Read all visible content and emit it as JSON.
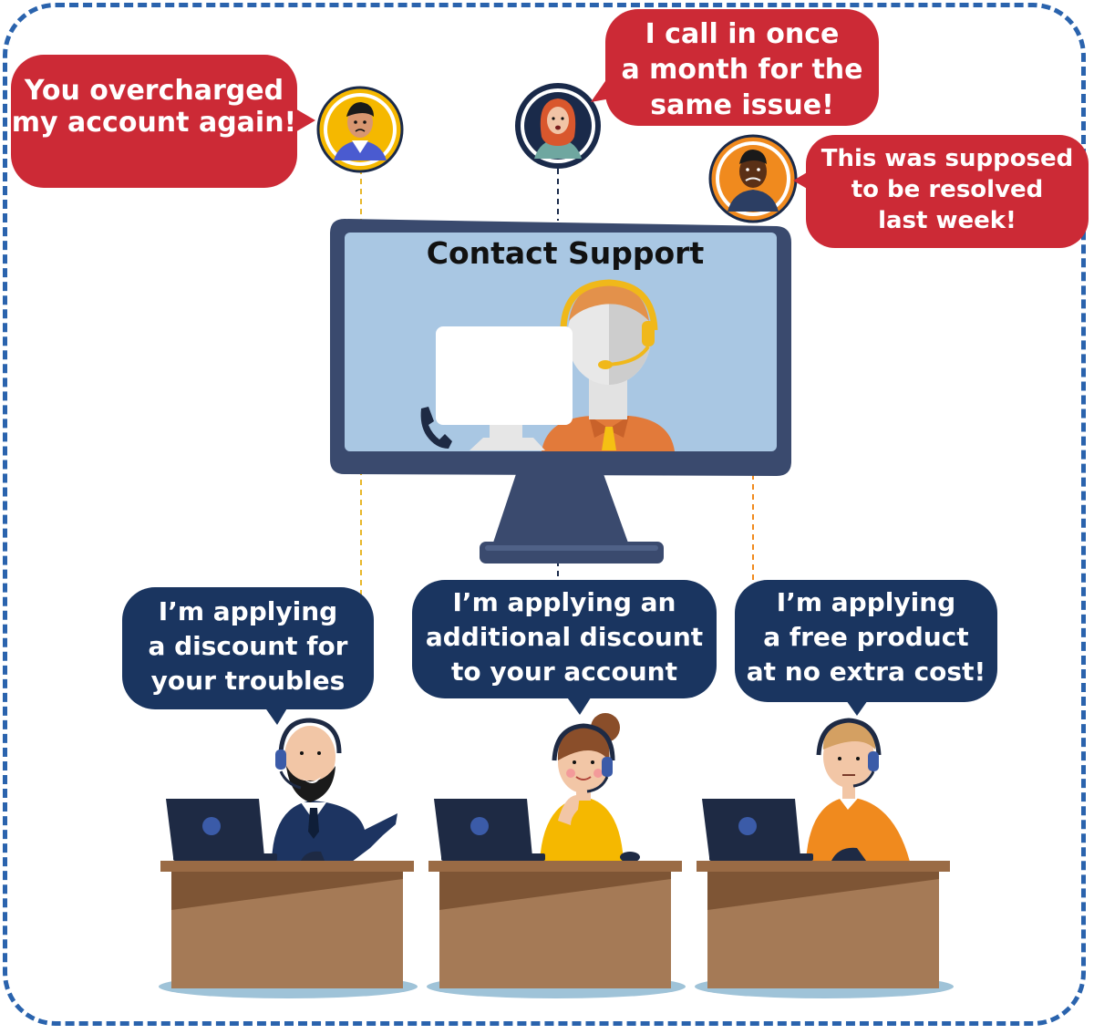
{
  "customers": [
    {
      "id": "customer-1",
      "message_lines": [
        "You overcharged",
        "my account again!"
      ],
      "ring_color": "#f5b800"
    },
    {
      "id": "customer-2",
      "message_lines": [
        "I call in once",
        "a month for the",
        "same issue!"
      ],
      "ring_color": "#1a2a4a"
    },
    {
      "id": "customer-3",
      "message_lines": [
        "This was supposed",
        "to be resolved",
        "last week!"
      ],
      "ring_color": "#f08a1e"
    }
  ],
  "monitor": {
    "title": "Contact Support"
  },
  "agents": [
    {
      "id": "agent-1",
      "message_lines": [
        "I’m applying",
        "a discount for",
        "your troubles"
      ],
      "shirt_color": "#1d3461"
    },
    {
      "id": "agent-2",
      "message_lines": [
        "I’m applying an",
        "additional discount",
        "to your account"
      ],
      "shirt_color": "#f5b800"
    },
    {
      "id": "agent-3",
      "message_lines": [
        "I’m applying",
        "a free product",
        "at no extra cost!"
      ],
      "shirt_color": "#f08a1e"
    }
  ],
  "colors": {
    "customer_bubble": "#cc2a36",
    "agent_bubble": "#1a3560",
    "frame_border": "#2a63ad",
    "monitor_body": "#3a4a6e",
    "monitor_screen": "#a9c7e3",
    "desk_top": "#9a6b45",
    "desk_front": "#a57a56",
    "connector_gold": "#e8b72a",
    "connector_orange": "#f08a1e",
    "connector_navy": "#1a2a4a"
  }
}
